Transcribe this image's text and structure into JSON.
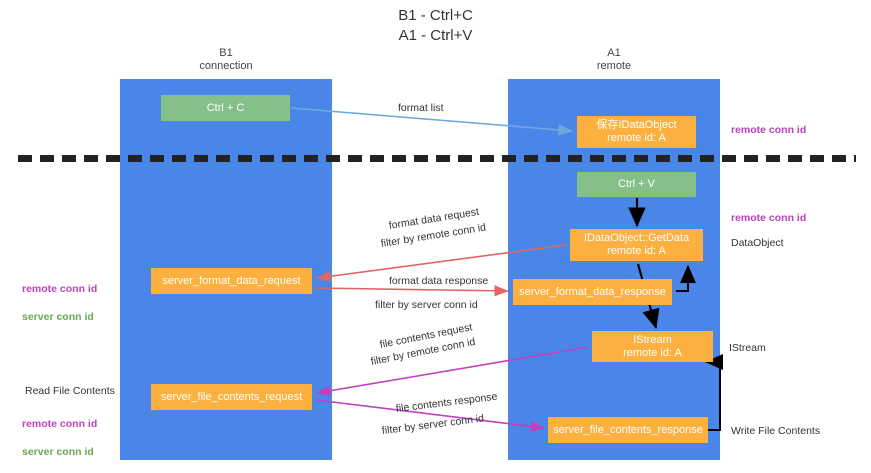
{
  "diagram": {
    "title": "B1 - Ctrl+C\nA1 - Ctrl+V",
    "lanes": [
      {
        "id": "b1",
        "heading": "B1\nconnection",
        "color": "#4a86e8"
      },
      {
        "id": "a1",
        "heading": "A1\nremote",
        "color": "#4a86e8"
      }
    ],
    "colors": {
      "lane": "#4a86e8",
      "green_node": "#85c088",
      "orange_node": "#fbb040",
      "remote_conn_id": "#c040c0",
      "server_conn_id": "#6aa84f",
      "arrow_blue": "#6fa8dc",
      "arrow_red": "#e06666",
      "arrow_magenta": "#c040c0",
      "arrow_black": "#000000",
      "separator": "#222222"
    },
    "nodes": {
      "ctrl_c": "Ctrl + C",
      "idataobject": "保存IDataObject\nremote id: A",
      "ctrl_v": "Ctrl + V",
      "getdata": "IDataObject::GetData\nremote id: A",
      "server_format_data_request": "server_format_data_request",
      "server_format_data_response": "server_format_data_response",
      "istream": "IStream\nremote id: A",
      "server_file_contents_request": "server_file_contents_request",
      "server_file_contents_response": "server_file_contents_response"
    },
    "edge_labels": {
      "format_list": "format list",
      "format_data_request": "format data request",
      "format_data_request_filter_prefix": "filter by ",
      "format_data_request_filter_key": "remote conn id",
      "format_data_response": "format data response",
      "format_data_response_filter_prefix": "filter by ",
      "format_data_response_filter_key": "server conn id",
      "file_contents_request": "file contents request",
      "file_contents_request_filter_prefix": "filter by ",
      "file_contents_request_filter_key": "remote conn id",
      "file_contents_response": "file contents response",
      "file_contents_response_filter_prefix": "filter by ",
      "file_contents_response_filter_key": "server conn id"
    },
    "side_labels": {
      "right_remote_conn_id_top": "remote conn id",
      "right_remote_conn_id_mid": "remote conn id",
      "right_dataobject": "DataObject",
      "right_istream": "IStream",
      "right_write_file_contents": "Write File Contents",
      "left_conn_ids_mid": {
        "remote": "remote conn id",
        "server": "server conn id"
      },
      "left_read_file_contents": "Read File Contents",
      "left_conn_ids_bottom": {
        "remote": "remote conn id",
        "server": "server conn id"
      }
    }
  }
}
